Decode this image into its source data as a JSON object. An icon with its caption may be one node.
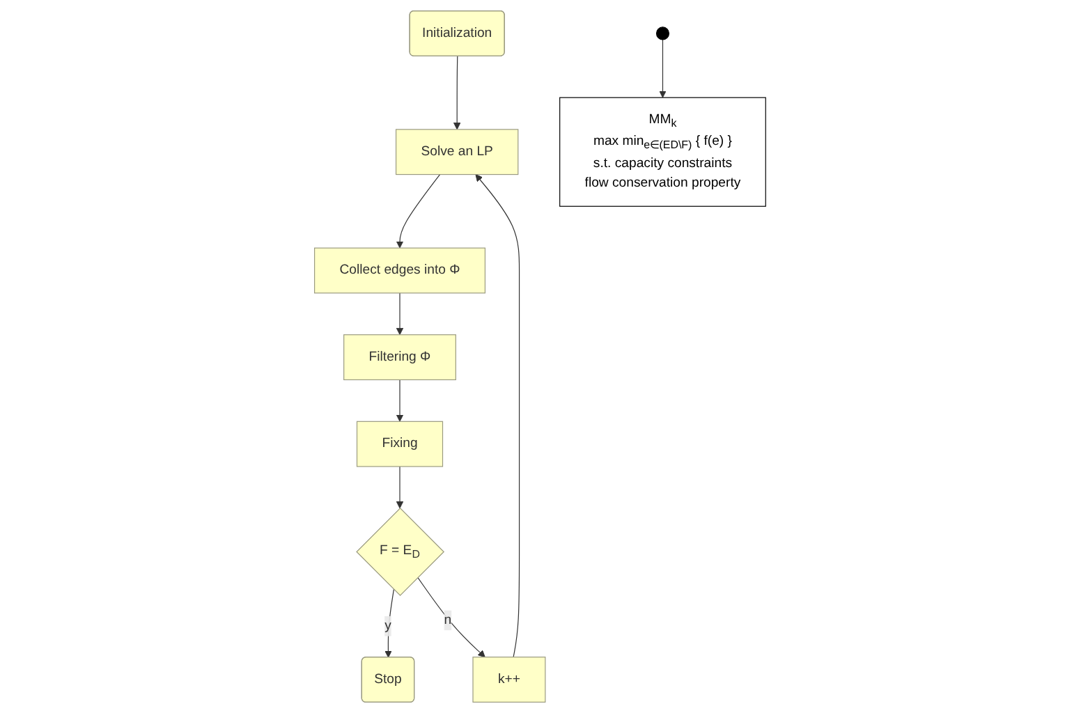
{
  "diagram": {
    "nodes": [
      {
        "text": [
          "Initialization"
        ]
      },
      {
        "text": [
          "Solve an LP"
        ]
      },
      {
        "text": [
          "Collect edges into Φ"
        ]
      },
      {
        "text": [
          "Filtering Φ"
        ]
      },
      {
        "text": [
          "Fixing"
        ]
      },
      {
        "text": [
          "F = E$_{D}$"
        ]
      },
      {
        "text": [
          "Stop"
        ]
      },
      {
        "text": [
          "k++"
        ]
      },
      {
        "text": [],
        "shape": "circle"
      },
      {
        "text": [
          "MM$_{k}$",
          "max min$_{e∈(E}$$_{D}$$_{\\F)}$ { f(e) }",
          "s.t. capacity constraints",
          "flow conservation property"
        ]
      }
    ],
    "edges": [
      {
        "from": 0,
        "to": 1,
        "arrow": "to"
      },
      {
        "from": 1,
        "to": 2,
        "arrow": "to"
      },
      {
        "from": 2,
        "to": 3,
        "arrow": "to"
      },
      {
        "from": 3,
        "to": 4,
        "arrow": "to"
      },
      {
        "from": 4,
        "to": 5,
        "arrow": "to"
      },
      {
        "from": 5,
        "to": 6,
        "label": "y",
        "arrow": "to"
      },
      {
        "from": 5,
        "to": 7,
        "label": "n",
        "arrow": "to"
      },
      {
        "from": 7,
        "to": 1,
        "arrow": "to"
      },
      {
        "from": 8,
        "to": 9,
        "arrow": "to"
      }
    ]
  }
}
